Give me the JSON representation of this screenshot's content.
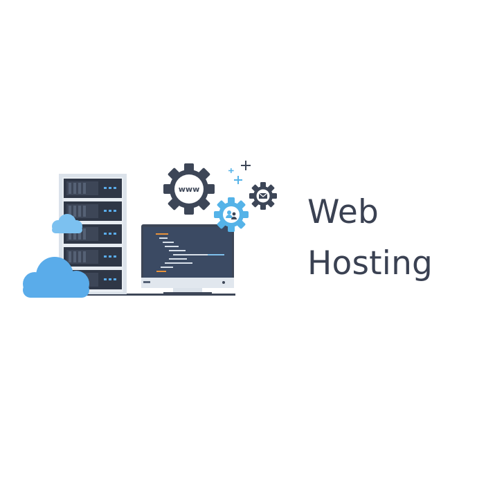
{
  "headline": {
    "line1": "Web",
    "line2": "Hosting"
  },
  "gear_www": {
    "label": "www"
  },
  "icons": {
    "server": "server-rack-icon",
    "monitor": "code-monitor-icon",
    "cloud_small": "cloud-icon",
    "cloud_large": "cloud-icon",
    "gear_www": "www-gear-icon",
    "gear_users": "users-gear-icon",
    "gear_mail": "mail-gear-icon",
    "sparkles": "plus-sparkle-icon"
  },
  "colors": {
    "text": "#3a4152",
    "dark_slate": "#3d4657",
    "server_frame": "#dbe2ea",
    "server_unit": "#2f3746",
    "cloud": "#5aacea",
    "cloud_light": "#7cc1f0",
    "gear_blue": "#55b3e8",
    "screen": "#3b4a63",
    "code_orange": "#e8923a",
    "code_white": "#d9e1ea",
    "code_blue": "#7fc0ec"
  }
}
